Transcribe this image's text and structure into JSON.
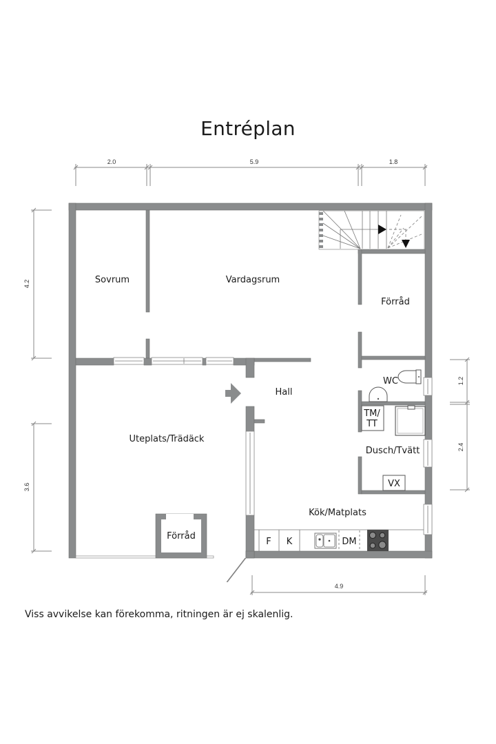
{
  "title": "Entréplan",
  "note": "Viss avvikelse kan förekomma, ritningen är ej skalenlig.",
  "colors": {
    "wall": "#8a8c8d",
    "background": "#ffffff",
    "text": "#1a1a1a",
    "stove": "#4a4a4a"
  },
  "rooms": {
    "sovrum": "Sovrum",
    "vardagsrum": "Vardagsrum",
    "forrad_upper": "Förråd",
    "hall": "Hall",
    "wc": "WC",
    "tm_tt_line1": "TM/",
    "tm_tt_line2": "TT",
    "dusch_tvatt": "Dusch/Tvätt",
    "vx": "VX",
    "uteplats": "Uteplats/Trädäck",
    "forrad_lower": "Förråd",
    "kok": "Kök/Matplats"
  },
  "kitchen": {
    "fridge": "F",
    "freezer": "K",
    "dishwasher": "DM"
  },
  "dimensions": {
    "top": [
      "2.0",
      "5.9",
      "1.8"
    ],
    "left": [
      "4.2",
      "3.6"
    ],
    "right": [
      "1.2",
      "2.4"
    ],
    "bottom": [
      "4.9"
    ]
  },
  "icons": {
    "entrance": "entrance-arrow-icon",
    "stairs": "staircase-icon",
    "toilet": "toilet-icon",
    "sink": "washbasin-icon",
    "shower": "shower-icon",
    "kitchen_sink": "kitchen-sink-icon",
    "stove": "stove-icon"
  }
}
